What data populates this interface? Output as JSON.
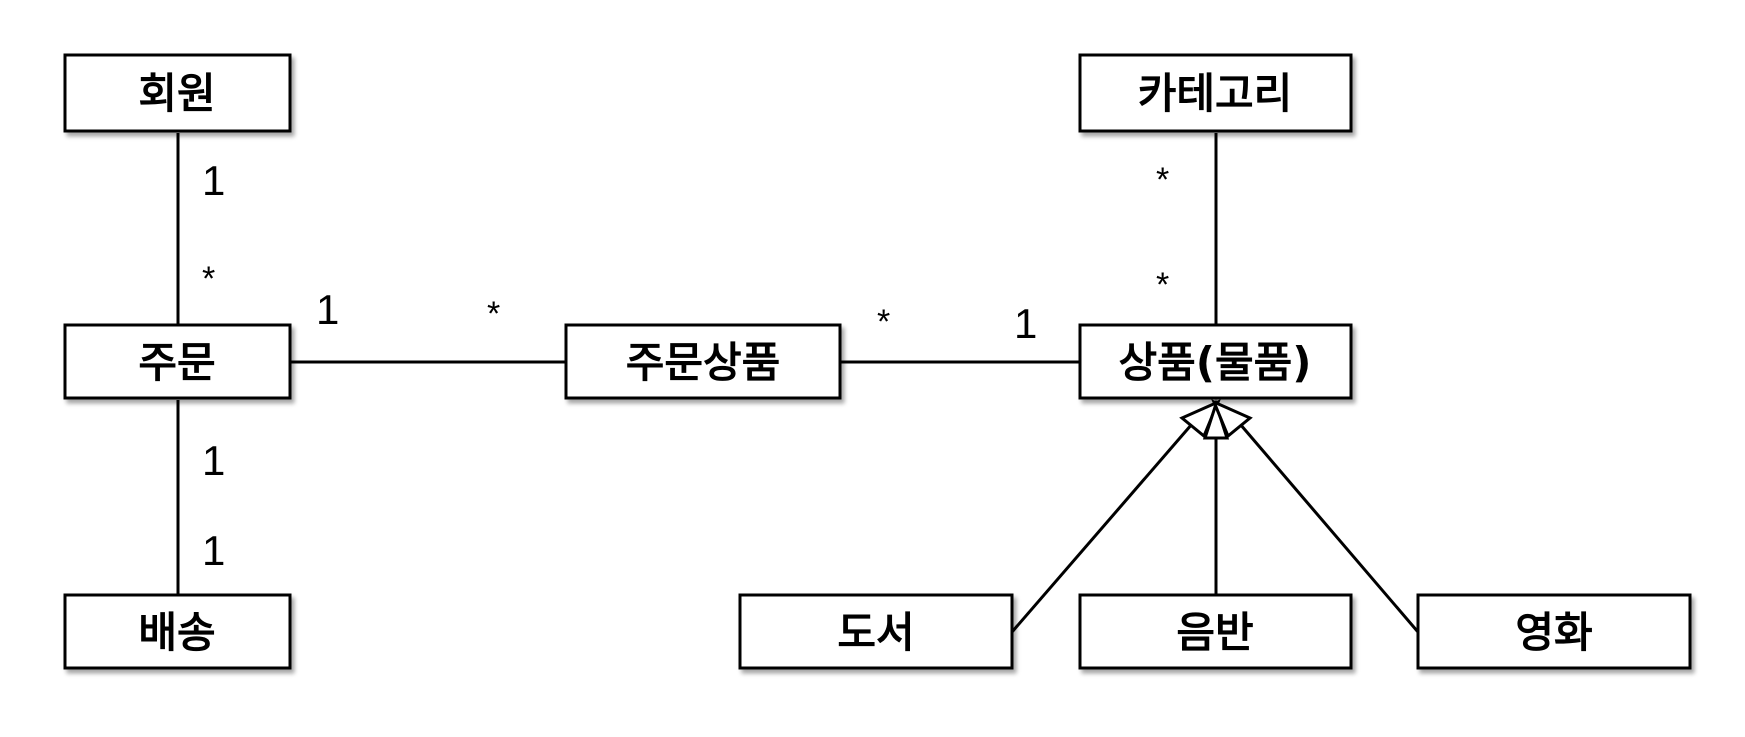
{
  "entities": {
    "member": "회원",
    "order": "주문",
    "delivery": "배송",
    "order_item": "주문상품",
    "category": "카테고리",
    "item": "상품(물품)",
    "book": "도서",
    "album": "음반",
    "movie": "영화"
  },
  "multiplicities": {
    "member_order_member_side": "1",
    "member_order_order_side": "*",
    "order_delivery_order_side": "1",
    "order_delivery_delivery_side": "1",
    "order_orderitem_order_side": "1",
    "order_orderitem_item_side": "*",
    "orderitem_item_orderitem_side": "*",
    "orderitem_item_item_side": "1",
    "category_item_category_side": "*",
    "category_item_item_side": "*"
  }
}
